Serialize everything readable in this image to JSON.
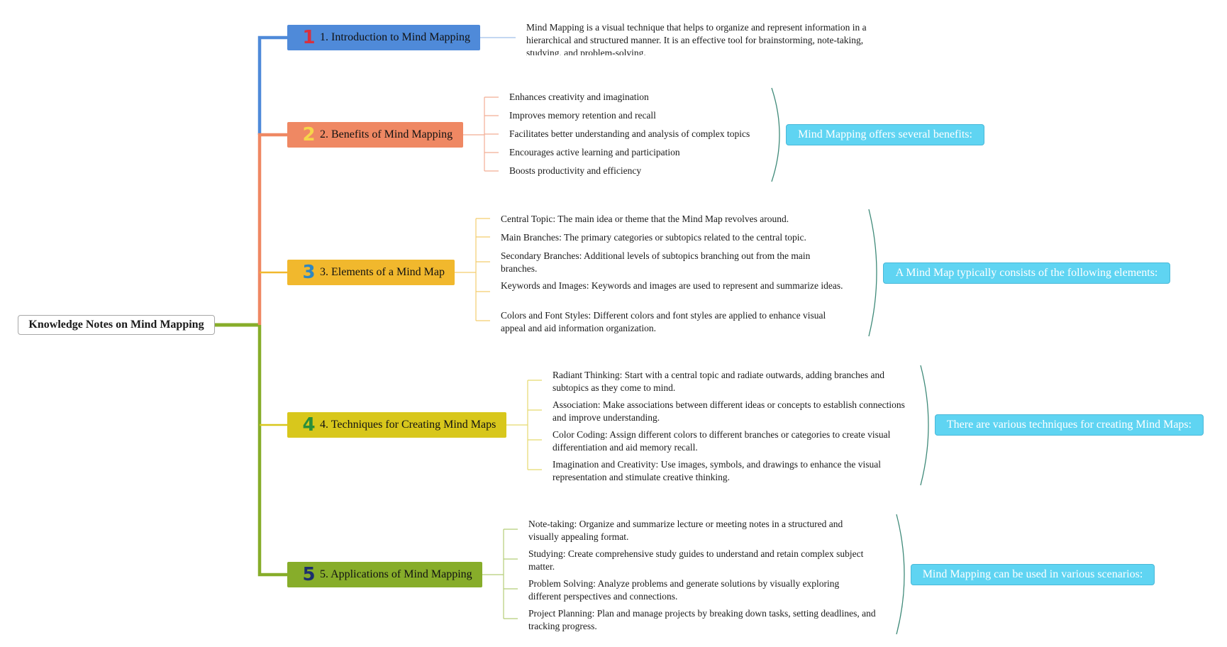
{
  "root": {
    "label": "Knowledge Notes on Mind Mapping"
  },
  "colors": {
    "branch_1": "#4f8ad9",
    "branch_2": "#ef8863",
    "branch_3": "#f1b82d",
    "branch_4": "#d8c71c",
    "branch_5": "#87ad2a",
    "summary": "#5fd4f2",
    "bracket": "#3f8a79"
  },
  "branches": [
    {
      "number": "1",
      "label": "1. Introduction to Mind Mapping",
      "number_color": "#d7303f",
      "text": "Mind Mapping is a visual technique that helps to organize and represent information in a hierarchical and structured manner. It is an effective tool for brainstorming, note-taking, studying, and problem-solving."
    },
    {
      "number": "2",
      "label": "2. Benefits of Mind Mapping",
      "number_color": "#f7d54a",
      "items": [
        "Enhances creativity and imagination",
        "Improves memory retention and recall",
        "Facilitates better understanding and analysis of complex topics",
        "Encourages active learning and participation",
        "Boosts productivity and efficiency"
      ],
      "summary": "Mind Mapping offers several benefits:"
    },
    {
      "number": "3",
      "label": "3. Elements of a Mind Map",
      "number_color": "#2f87c2",
      "items": [
        "Central Topic: The main idea or theme that the Mind Map revolves around.",
        "Main Branches: The primary categories or subtopics related to the central topic.",
        "Secondary Branches: Additional levels of subtopics branching out from the main branches.",
        "Keywords and Images: Keywords and images are used to represent and summarize ideas.",
        "Colors and Font Styles: Different colors and font styles are applied to enhance visual appeal and aid information organization."
      ],
      "summary": "A Mind Map typically consists of the following elements:"
    },
    {
      "number": "4",
      "label": "4. Techniques for Creating Mind Maps",
      "number_color": "#2a8f3a",
      "items": [
        "Radiant Thinking: Start with a central topic and radiate outwards, adding branches and subtopics as they come to mind.",
        "Association: Make associations between different ideas or concepts to establish connections and improve understanding.",
        "Color Coding: Assign different colors to different branches or categories to create visual differentiation and aid memory recall.",
        "Imagination and Creativity: Use images, symbols, and drawings to enhance the visual representation and stimulate creative thinking."
      ],
      "summary": "There are various techniques for creating Mind Maps:"
    },
    {
      "number": "5",
      "label": "5. Applications of Mind Mapping",
      "number_color": "#1c2f6e",
      "items": [
        "Note-taking: Organize and summarize lecture or meeting notes in a structured and visually appealing format.",
        "Studying: Create comprehensive study guides to understand and retain complex subject matter.",
        "Problem Solving: Analyze problems and generate solutions by visually exploring different perspectives and connections.",
        "Project Planning: Plan and manage projects by breaking down tasks, setting deadlines, and tracking progress."
      ],
      "summary": "Mind Mapping can be used in various scenarios:"
    }
  ]
}
